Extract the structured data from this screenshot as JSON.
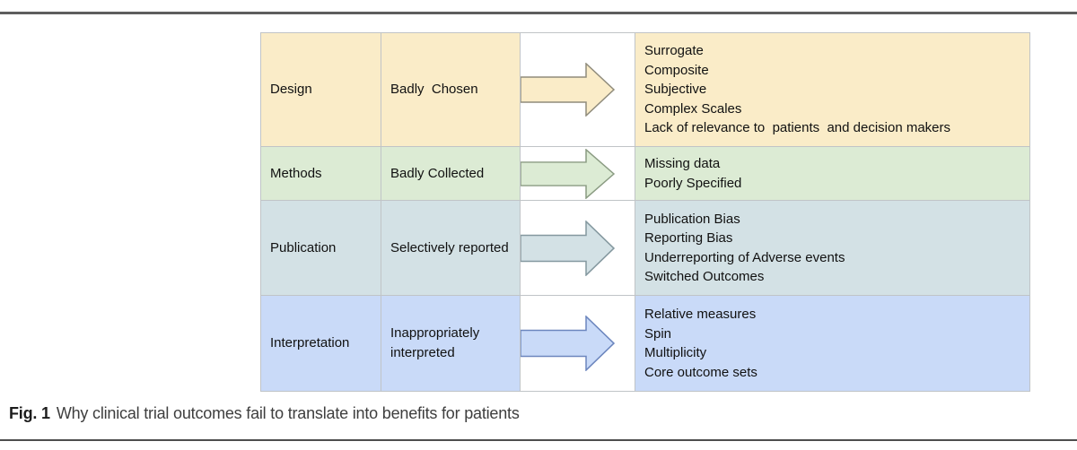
{
  "figure": {
    "rows": [
      {
        "stage": "Design",
        "cause": "Badly  Chosen",
        "outcomes": [
          "Surrogate",
          "Composite",
          "Subjective",
          "Complex Scales",
          "Lack of relevance to  patients  and decision makers"
        ],
        "color": "#FAECC8",
        "arrow_fill": "#FAECC8",
        "arrow_stroke": "#908C7C"
      },
      {
        "stage": "Methods",
        "cause": "Badly Collected",
        "outcomes": [
          "Missing data",
          "Poorly Specified"
        ],
        "color": "#DCEBD4",
        "arrow_fill": "#DCEBD4",
        "arrow_stroke": "#8A9B82"
      },
      {
        "stage": "Publication",
        "cause": "Selectively reported",
        "outcomes": [
          "Publication Bias",
          "Reporting Bias",
          "Underreporting of Adverse events",
          "Switched Outcomes"
        ],
        "color": "#D3E1E5",
        "arrow_fill": "#D3E1E5",
        "arrow_stroke": "#84989F"
      },
      {
        "stage": "Interpretation",
        "cause": "Inappropriately interpreted",
        "outcomes": [
          "Relative measures",
          "Spin",
          "Multiplicity",
          "Core outcome sets"
        ],
        "color": "#C9DAF8",
        "arrow_fill": "#C9DAF8",
        "arrow_stroke": "#6C86BE"
      }
    ],
    "border_color": "#C0C4C7"
  },
  "caption": {
    "label": "Fig. 1",
    "text": "Why clinical trial outcomes fail to translate into benefits for patients"
  }
}
